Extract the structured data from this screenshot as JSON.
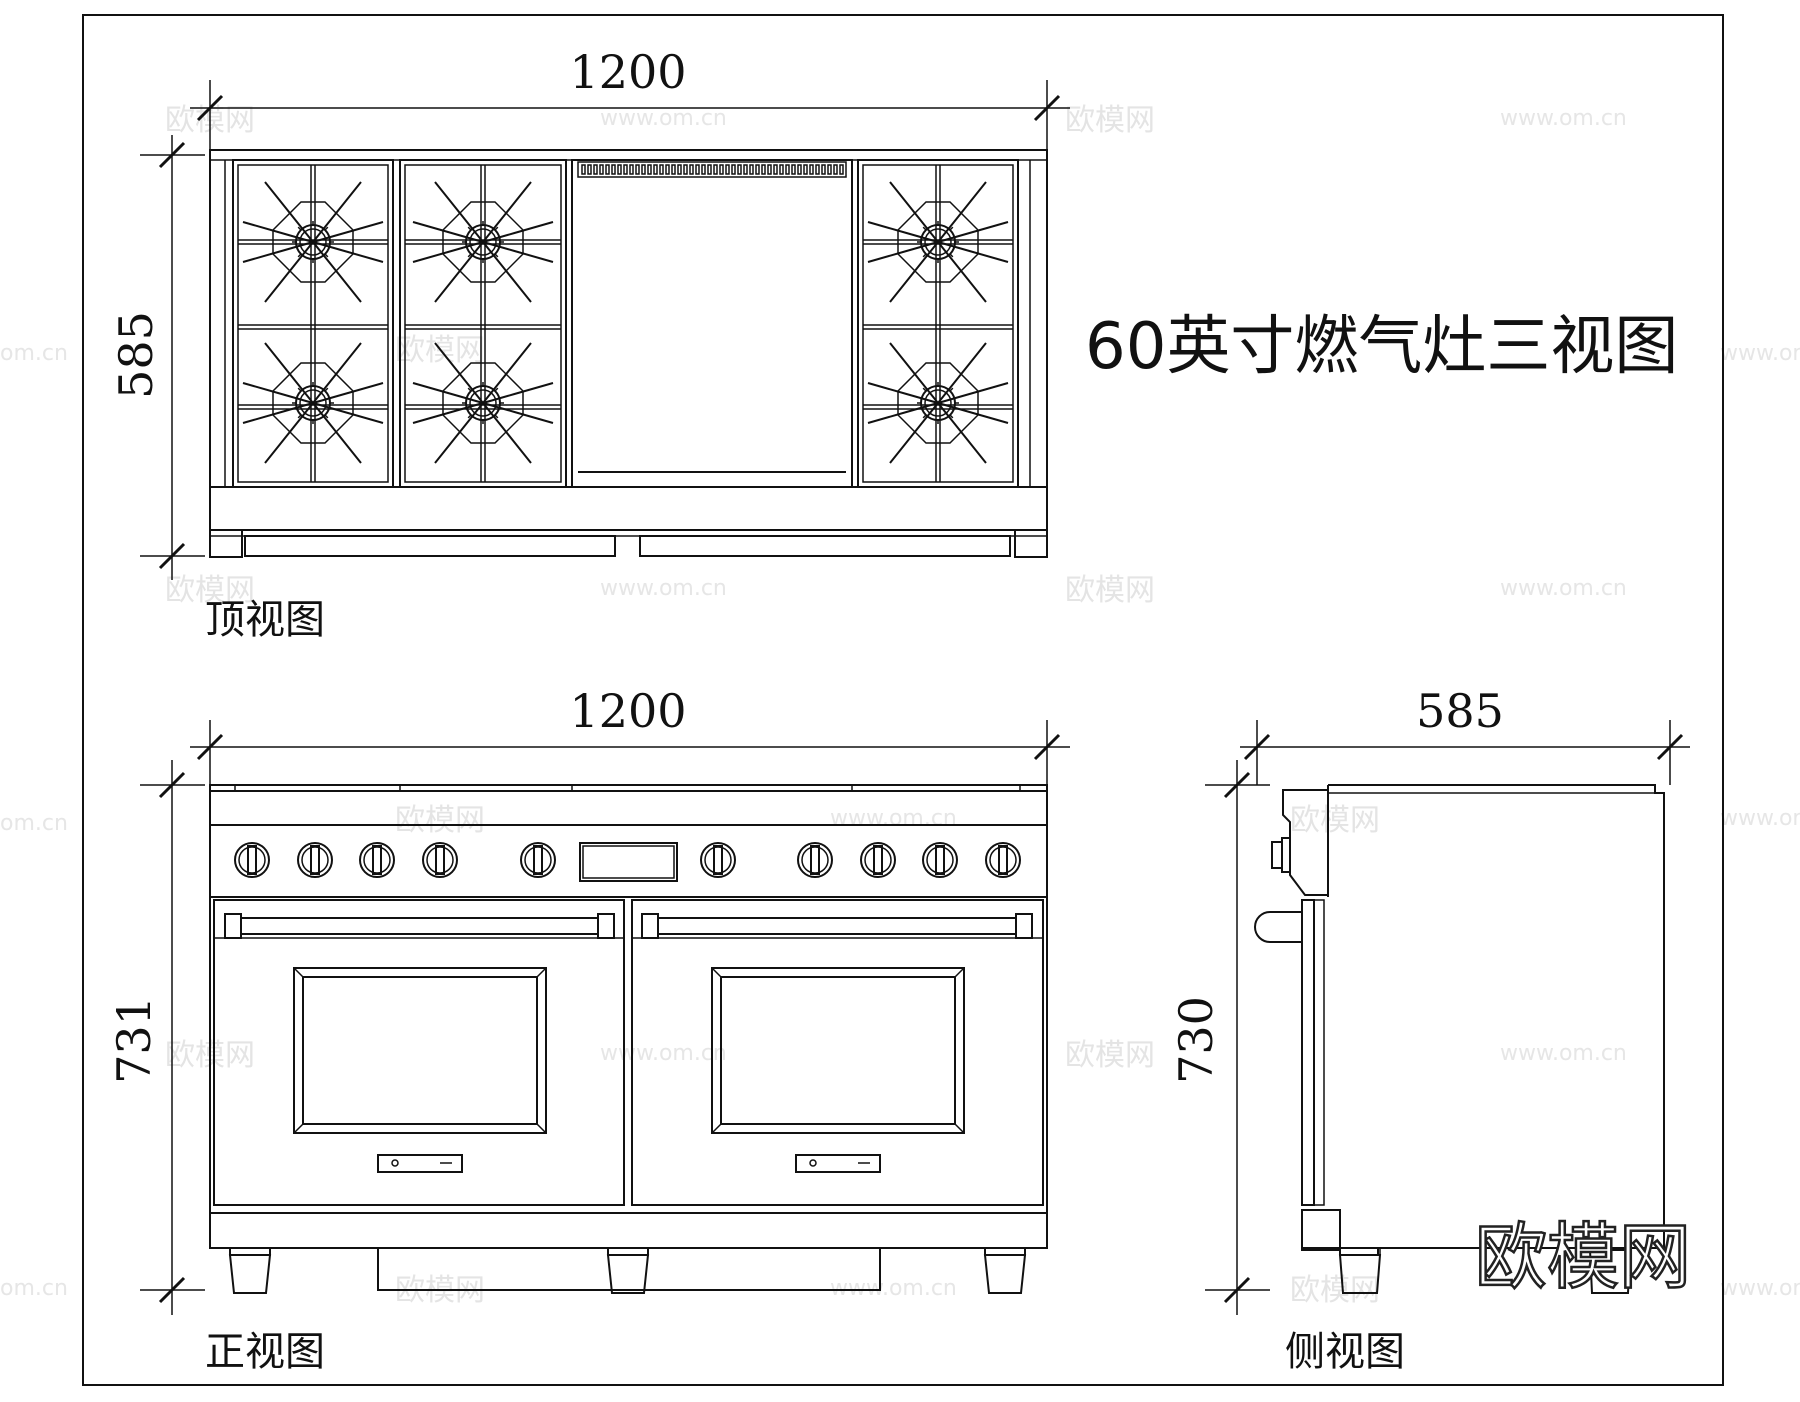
{
  "title": "60英寸燃气灶三视图",
  "views": {
    "top": {
      "label": "顶视图",
      "width_dim": "1200",
      "depth_dim": "585"
    },
    "front": {
      "label": "正视图",
      "width_dim": "1200",
      "height_dim": "731"
    },
    "side": {
      "label": "侧视图",
      "depth_dim": "585",
      "height_dim": "730"
    }
  },
  "watermark": {
    "brand": "欧模网",
    "url": "www.om.cn",
    "url_short": "om.cn"
  }
}
